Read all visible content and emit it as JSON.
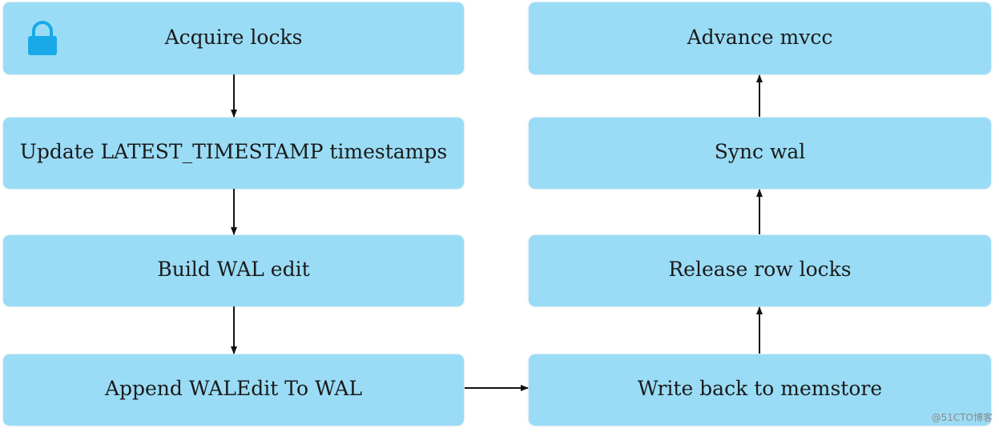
{
  "diagram": {
    "left_column": {
      "acquire_locks": "Acquire locks",
      "update_timestamps": "Update LATEST_TIMESTAMP timestamps",
      "build_wal_edit": "Build WAL edit",
      "append_waledit": "Append WALEdit To WAL"
    },
    "right_column": {
      "advance_mvcc": "Advance mvcc",
      "sync_wal": "Sync wal",
      "release_row_locks": "Release row locks",
      "write_back_memstore": "Write back to memstore"
    },
    "icons": {
      "lock": "lock-icon"
    },
    "colors": {
      "box_fill": "#9adcf6",
      "arrow": "#111111",
      "lock_icon": "#1aa9e8"
    }
  },
  "watermark": "@51CTO博客"
}
